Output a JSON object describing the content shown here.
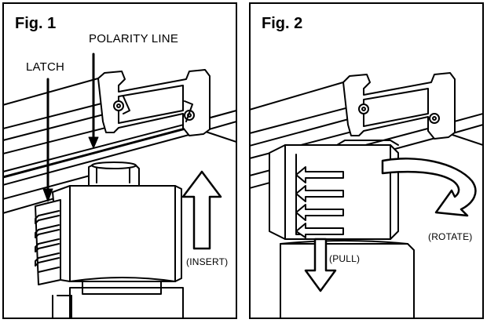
{
  "figures": [
    {
      "title": "Fig. 1",
      "labels": {
        "polarity_line": "POLARITY LINE",
        "latch": "LATCH",
        "insert": "(INSERT)"
      }
    },
    {
      "title": "Fig. 2",
      "labels": {
        "pull": "(PULL)",
        "rotate": "(ROTATE)"
      }
    }
  ],
  "colors": {
    "line": "#000000",
    "background": "#ffffff",
    "arrow_fill": "#ffffff"
  }
}
